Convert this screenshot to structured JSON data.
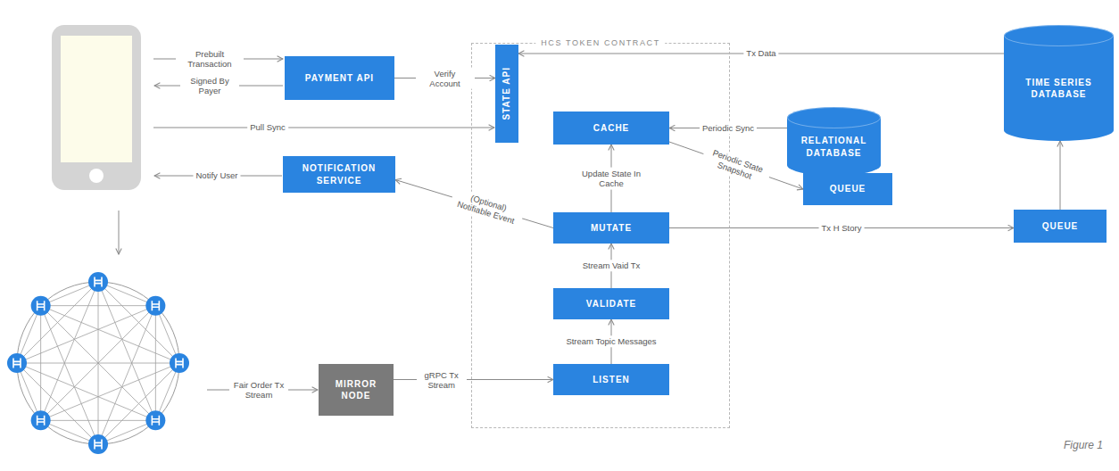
{
  "diagram": {
    "caption": "Figure 1",
    "nodes": [
      {
        "text": [
          "HCS TOKEN CONTRACT"
        ]
      },
      {
        "text": [
          "PAYMENT API"
        ]
      },
      {
        "text": [
          "STATE API"
        ],
        "in": 0
      },
      {
        "text": [
          "CACHE"
        ],
        "in": 0
      },
      {
        "text": [
          "MUTATE"
        ],
        "in": 0
      },
      {
        "text": [
          "VALIDATE"
        ],
        "in": 0
      },
      {
        "text": [
          "LISTEN"
        ],
        "in": 0
      },
      {
        "text": [
          "NOTIFICATION SERVICE"
        ]
      },
      {
        "text": [
          "MIRROR NODE"
        ]
      },
      {
        "text": [
          "TIME SERIES DATABASE"
        ]
      },
      {
        "text": [
          "RELATIONAL DATABASE"
        ]
      },
      {
        "text": [
          "QUEUE"
        ]
      },
      {
        "text": [
          "QUEUE"
        ]
      }
    ],
    "edges": [
      {
        "from": 1,
        "to": 2,
        "label": "Verify Account",
        "arrow": "to"
      },
      {
        "from": 9,
        "to": 2,
        "label": "Tx Data",
        "arrow": "to"
      },
      {
        "from": 10,
        "to": 3,
        "label": "Periodic Sync",
        "arrow": "to"
      },
      {
        "from": 3,
        "to": 11,
        "label": "Periodic State Snapshot",
        "arrow": "to"
      },
      {
        "from": 4,
        "to": 3,
        "label": "Update State In Cache",
        "arrow": "to"
      },
      {
        "from": 4,
        "to": 7,
        "label": "(Optional) Notifiable Event",
        "arrow": "to"
      },
      {
        "from": 4,
        "to": 12,
        "label": "Tx H Story",
        "arrow": "to"
      },
      {
        "from": 5,
        "to": 4,
        "label": "Stream Vaid Tx",
        "arrow": "to"
      },
      {
        "from": 6,
        "to": 5,
        "label": "Stream Topic Messages",
        "arrow": "to"
      },
      {
        "from": 8,
        "to": 6,
        "label": "gRPC Tx Stream",
        "arrow": "to"
      },
      {
        "from": 12,
        "to": 9,
        "arrow": "to"
      }
    ],
    "labels": [
      "Prebuilt Transaction",
      "Signed By Payer",
      "Pull Sync",
      "Notify User",
      "Fair Order Tx Stream"
    ]
  }
}
